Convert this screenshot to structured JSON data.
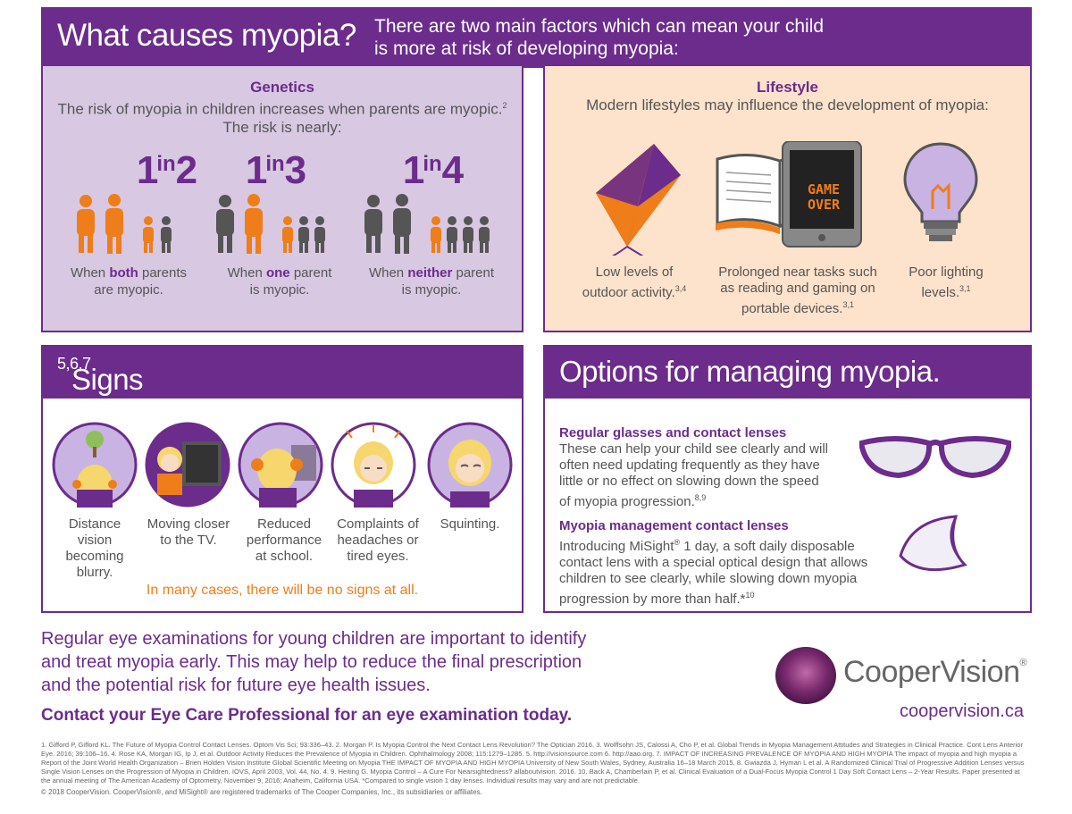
{
  "header": {
    "title": "What causes myopia?",
    "subtitle": "There are two main factors which can mean your child is more at risk of developing myopia:"
  },
  "genetics": {
    "heading": "Genetics",
    "lead_line1": "The risk of myopia in children increases when parents are myopic.",
    "lead_sup": "2",
    "lead_line2": "The risk is nearly:",
    "ratios": [
      {
        "num": "1",
        "in": "in",
        "den": "2",
        "cap_pre": "When ",
        "cap_bold": "both",
        "cap_post": " parents",
        "cap_line2": "are myopic."
      },
      {
        "num": "1",
        "in": "in",
        "den": "3",
        "cap_pre": "When ",
        "cap_bold": "one",
        "cap_post": " parent",
        "cap_line2": "is myopic."
      },
      {
        "num": "1",
        "in": "in",
        "den": "4",
        "cap_pre": "When ",
        "cap_bold": "neither",
        "cap_post": " parent",
        "cap_line2": "is myopic."
      }
    ]
  },
  "lifestyle": {
    "heading": "Lifestyle",
    "lead": "Modern lifestyles may influence the development of myopia:",
    "tablet_text_1": "GAME",
    "tablet_text_2": "OVER",
    "items": [
      {
        "line1": "Low levels of",
        "line2": "outdoor activity.",
        "sup": "3,4"
      },
      {
        "line1": "Prolonged near tasks such",
        "line2": "as reading and gaming on",
        "line3": "portable devices.",
        "sup": "3,1"
      },
      {
        "line1": "Poor lighting",
        "line2": "levels.",
        "sup": "3,1"
      }
    ]
  },
  "signs": {
    "title": "Signs to look out for.",
    "title_sup": "5,6,7",
    "items": [
      {
        "l1": "Distance",
        "l2": "vision",
        "l3": "becoming",
        "l4": "blurry."
      },
      {
        "l1": "Moving closer",
        "l2": "to the TV."
      },
      {
        "l1": "Reduced",
        "l2": "performance",
        "l3": "at school."
      },
      {
        "l1": "Complaints of",
        "l2": "headaches or",
        "l3": "tired eyes."
      },
      {
        "l1": "Squinting."
      }
    ],
    "note": "In many cases, there will be no signs at all."
  },
  "options": {
    "title": "Options for managing myopia.",
    "opt1_heading": "Regular glasses and contact lenses",
    "opt1_l1": "These can help your child see clearly and will",
    "opt1_l2": "often need updating frequently as they have",
    "opt1_l3": "little or no effect on slowing down the speed",
    "opt1_l4": "of myopia progression.",
    "opt1_sup": "8,9",
    "opt2_heading": "Myopia management contact lenses",
    "opt2_l1a": "Introducing MiSight",
    "opt2_l1_reg": "®",
    "opt2_l1b": " 1 day, a soft daily disposable",
    "opt2_l2": "contact lens with a special optical design that allows",
    "opt2_l3": "children to see clearly, while slowing down myopia",
    "opt2_l4": "progression by more than half.*",
    "opt2_sup": "10"
  },
  "bottom": {
    "line1": "Regular eye examinations for young children are important to identify",
    "line2": "and treat myopia early. This may help to reduce the final prescription",
    "line3": "and the potential risk for future eye health issues.",
    "cta": "Contact your Eye Care Professional for an eye examination today.",
    "brand": "CooperVision",
    "brand_reg": "®",
    "url": "coopervision.ca"
  },
  "references": "1. Gifford P, Gifford KL. The Future of Myopia Control Contact Lenses. Optom Vis Sci; 93:336–43. 2. Morgan P. Is Myopia Control the Next Contact Lens Revolution? The Optician 2016. 3. Wolffsohn JS, Calossi A, Cho P, et al. Global Trends in Myopia Management Attitudes and Strategies in Clinical Practice. Cont Lens Anterior Eye. 2016; 39:106–16. 4. Rose KA, Morgan IG, Ip J, et al. Outdoor Activity Reduces the Prevalence of Myopia in Children. Ophthalmology 2008; 115:1279–1285. 5. http://visionsource.com 6. http://aao.org. 7. IMPACT OF INCREASING PREVALENCE OF MYOPIA AND HIGH MYOPIA The impact of myopia and high myopia a Report of the Joint World Health Organization – Brien Holden Vision Institute Global Scientific Meeting on Myopia THE IMPACT OF MYOPIA AND HIGH MYOPIA University of New South Wales, Sydney, Australia 16–18 March 2015. 8. Gwiazda J, Hyman L et al. A Randomized Clinical Trial of Progressive Addition Lenses versus Single Vision Lenses on the Progression of Myopia in Children. IOVS, April 2003, Vol. 44, No. 4. 9. Heiting G. Myopia Control – A Cure For Nearsightedness? allaboutvision. 2016. 10. Back A, Chamberlain P, et al. Clinical Evaluation of a Dual-Focus Myopia Control 1 Day Soft Contact Lens – 2-Year Results. Paper presented at the annual meeting of The American Academy of Optometry, November 9, 2016; Anaheim, California USA. *Compared to single vision 1 day lenses. Individual results may vary and are not predictable.",
  "copyright": "© 2018 CooperVision. CooperVision®, and MiSight® are registered trademarks of The Cooper Companies, Inc., its subsidiaries or affiliates.",
  "colors": {
    "purple": "#6b2c8c",
    "orange": "#ef7d1a",
    "lavender": "#d8c8e2",
    "peach": "#fde2cc",
    "gray": "#555555"
  }
}
